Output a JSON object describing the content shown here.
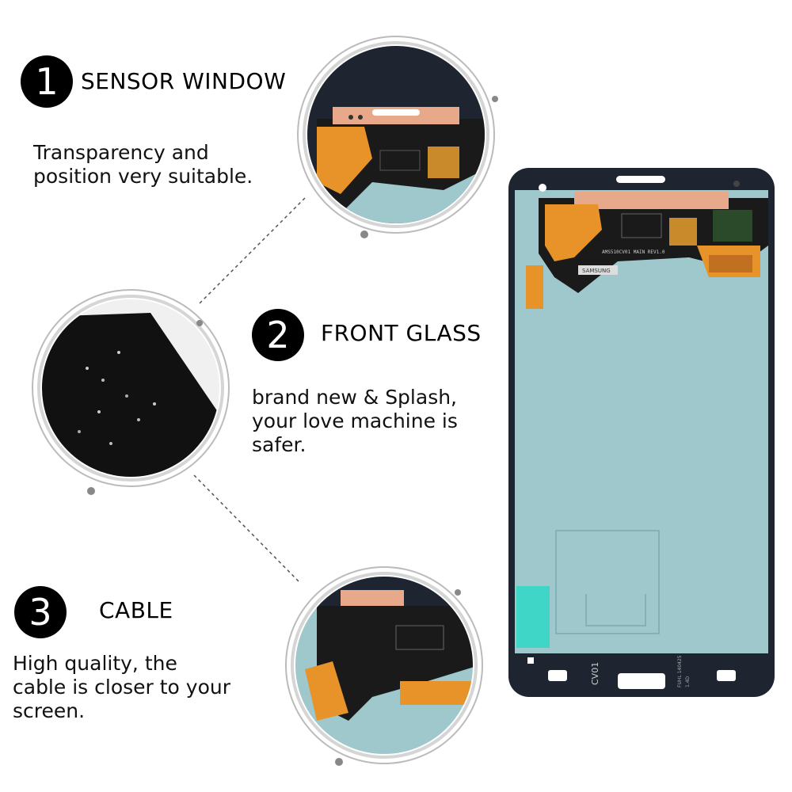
{
  "features": [
    {
      "number": "1",
      "title": "SENSOR WINDOW",
      "desc_lines": [
        "Transparency and",
        "position very suitable."
      ]
    },
    {
      "number": "2",
      "title": "FRONT GLASS",
      "desc_lines": [
        "brand  new & Splash,",
        "your love machine is",
        "safer."
      ]
    },
    {
      "number": "3",
      "title": "CABLE",
      "desc_lines": [
        "High quality, the",
        "cable is closer to your",
        "screen."
      ]
    }
  ],
  "phone": {
    "back_label": "CV01",
    "small_label_1": "FUHL 140425",
    "small_label_2": "1.4D",
    "brand_text": "SAMSUNG",
    "board_text": "AMS510CV01 MAIN REV1.0",
    "colors": {
      "frame": "#1e2430",
      "panel": "#9fc8cc",
      "flex": "#e8932a",
      "board": "#1a1a1a",
      "sticker": "#3fd6c8"
    }
  }
}
